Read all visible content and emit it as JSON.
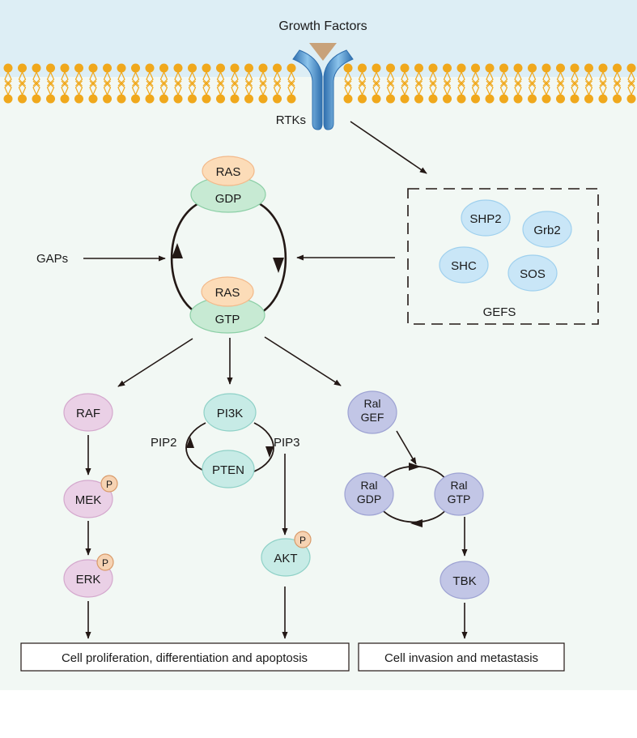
{
  "top_label": "Growth Factors",
  "receptor_label": "RTKs",
  "ras_gdp": {
    "top": "RAS",
    "bottom": "GDP"
  },
  "ras_gtp": {
    "top": "RAS",
    "bottom": "GTP"
  },
  "gaps_label": "GAPs",
  "gefs": {
    "label": "GEFS",
    "members": [
      "SHP2",
      "Grb2",
      "SHC",
      "SOS"
    ]
  },
  "mapk_branch": {
    "raf": "RAF",
    "mek": "MEK",
    "erk": "ERK",
    "phospho": "P"
  },
  "pi3k_branch": {
    "pi3k": "PI3K",
    "pten": "PTEN",
    "pip2": "PIP2",
    "pip3": "PIP3",
    "akt": "AKT",
    "phospho": "P"
  },
  "ral_branch": {
    "ralgef": [
      "Ral",
      "GEF"
    ],
    "ralgdp": [
      "Ral",
      "GDP"
    ],
    "ralgtp": [
      "Ral",
      "GTP"
    ],
    "tbk": "TBK"
  },
  "outcomes": {
    "left": "Cell proliferation, differentiation and apoptosis",
    "right": "Cell invasion and metastasis"
  },
  "colors": {
    "extracellular": "#ddeef5",
    "cytoplasm": "#f2f8f4",
    "lipid_head": "#f0a81c",
    "ras_top": "#fcdcb8",
    "ras_bottom": "#c7ead3",
    "gef_member": "#c9e6f7",
    "mapk": "#ead0e6",
    "pi3k": "#c7ebe6",
    "ral": "#c2c6e6",
    "phospho": "#f6d3b3",
    "receptor": "#5e9fd4",
    "ligand": "#c8a27a"
  }
}
